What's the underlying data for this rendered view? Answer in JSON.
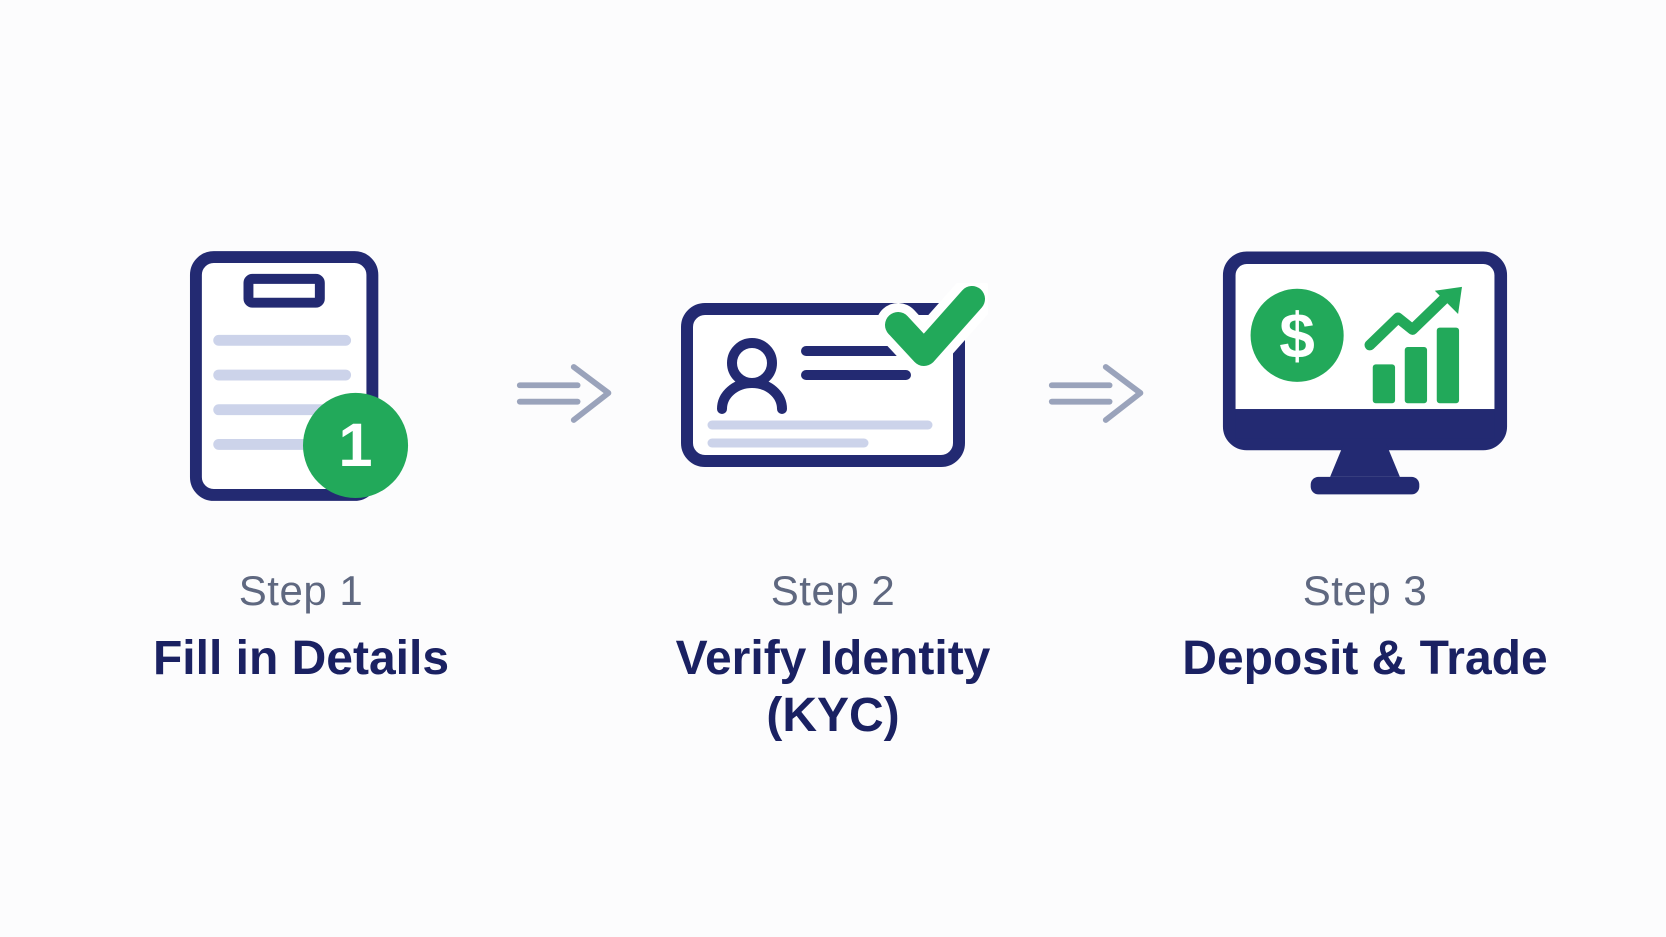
{
  "page": {
    "background_color": "#fcfcfd",
    "type": "onboarding-steps-infographic"
  },
  "colors": {
    "navy": "#232a72",
    "title_navy": "#1a2162",
    "green": "#22a95a",
    "light_line": "#ccd3ea",
    "step_label_gray": "#5f6880",
    "arrow_gray": "#9aa3bb"
  },
  "icons": {
    "step1": "document-icon",
    "step2": "id-card-check-icon",
    "step3": "monitor-trading-icon",
    "connector": "double-line-arrow-icon",
    "dollar_sign": "$"
  },
  "steps": [
    {
      "label": "Step 1",
      "title": "Fill in Details",
      "badge": "1",
      "icon": "document-icon"
    },
    {
      "label": "Step 2",
      "title": "Verify Identity (KYC)",
      "icon": "id-card-check-icon"
    },
    {
      "label": "Step 3",
      "title": "Deposit & Trade",
      "icon": "monitor-trading-icon"
    }
  ]
}
